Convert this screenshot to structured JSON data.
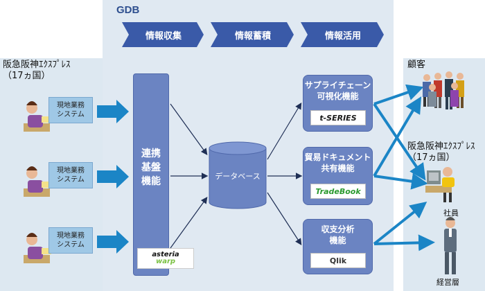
{
  "gdb": {
    "title": "GDB"
  },
  "steps": [
    "情報収集",
    "情報蓄積",
    "情報活用"
  ],
  "left_region": {
    "label": "阪急阪神ｴｸｽﾌﾟﾚｽ\n（17ヵ国）"
  },
  "local_systems": [
    {
      "line1": "現地業務",
      "line2": "システム"
    },
    {
      "line1": "現地業務",
      "line2": "システム"
    },
    {
      "line1": "現地業務",
      "line2": "システム"
    }
  ],
  "core": {
    "label_lines": [
      "連携",
      "基盤",
      "機能"
    ],
    "logo_line1": "asteria",
    "logo_line2": "warp"
  },
  "database": {
    "label": "データベース"
  },
  "functions": [
    {
      "line1": "サプライチェーン",
      "line2": "可視化機能",
      "logo": "t-SERIES"
    },
    {
      "line1": "貿易ドキュメント",
      "line2": "共有機能",
      "logo": "TradeBook"
    },
    {
      "line1": "収支分析",
      "line2": "機能",
      "logo": "Qlik"
    }
  ],
  "right_region": {
    "customers_label": "顧客",
    "company_label": "阪急阪神ｴｸｽﾌﾟﾚｽ\n（17ヵ国）",
    "staff_label": "社員",
    "management_label": "経営層"
  },
  "colors": {
    "accent": "#2e6db4",
    "box": "#6b84c2",
    "arrow": "#1b85c6",
    "chevron": "#3a5aa8"
  }
}
